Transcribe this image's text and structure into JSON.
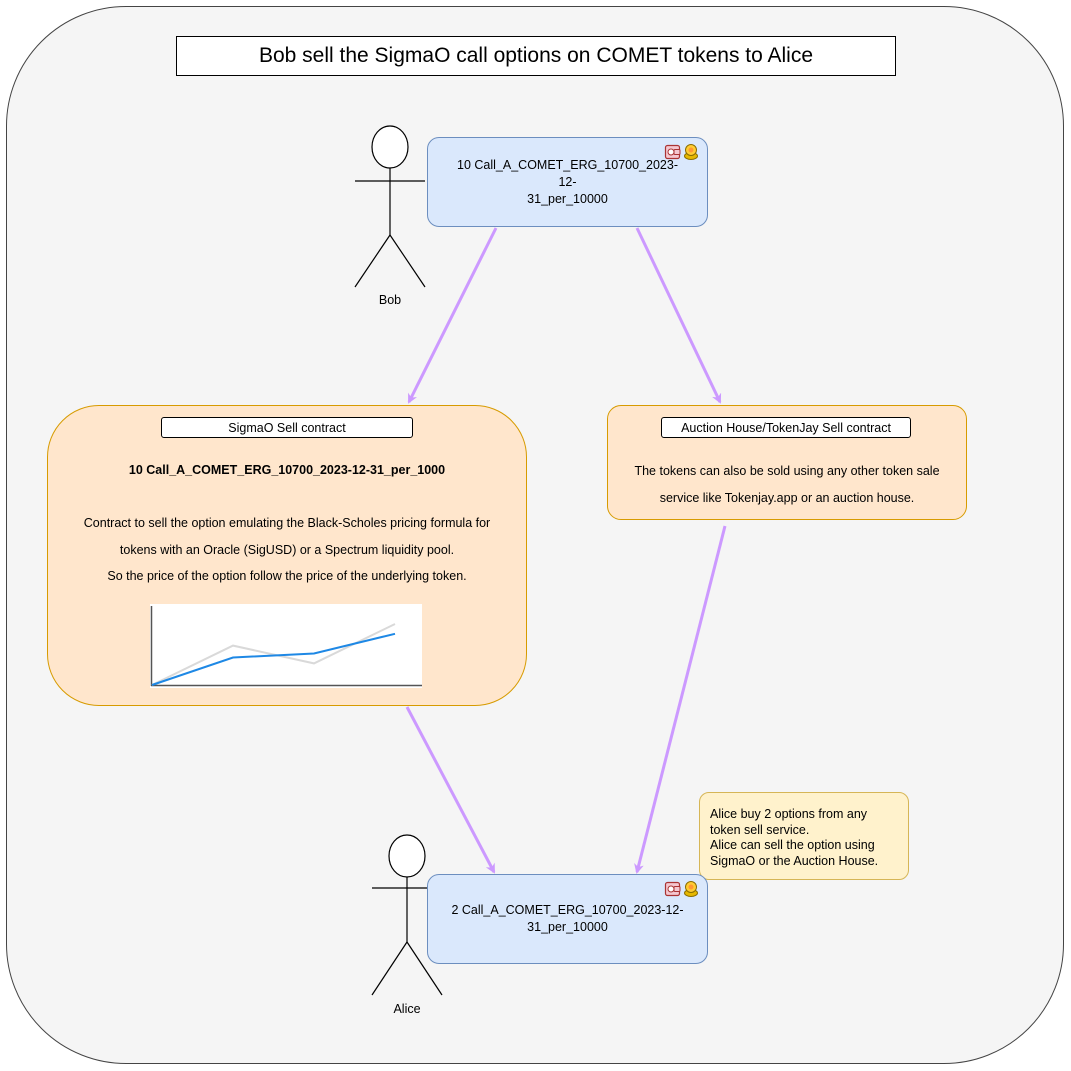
{
  "title": "Bob sell the SigmaO call options on COMET tokens to Alice",
  "bob": {
    "label": "Bob",
    "token_line1": "10 Call_A_COMET_ERG_10700_2023-12-",
    "token_line2": "31_per_10000"
  },
  "alice": {
    "label": "Alice",
    "token_line1": "2 Call_A_COMET_ERG_10700_2023-12-",
    "token_line2": "31_per_10000"
  },
  "sigmao_contract": {
    "title": "SigmaO Sell contract",
    "subtitle": "10 Call_A_COMET_ERG_10700_2023-12-31_per_1000",
    "desc_line1": "Contract to sell the option emulating the Black-Scholes pricing formula for",
    "desc_line2": "tokens with an Oracle (SigUSD) or a Spectrum liquidity pool.",
    "desc_line3": "So the price of the option follow the price of the underlying token."
  },
  "auction_contract": {
    "title": "Auction House/TokenJay Sell contract",
    "desc_line1": "The tokens can also be sold using any other token sale",
    "desc_line2": "service like Tokenjay.app or an auction house."
  },
  "note": {
    "line1": "Alice buy 2 options from any",
    "line2": "token sell service.",
    "line3": "Alice can sell the option using",
    "line4": "SigmaO or the Auction House."
  },
  "icons": [
    "wallet-icon",
    "token-coin-icon"
  ],
  "colors": {
    "token_fill": "#dae8fc",
    "token_stroke": "#6c8ebf",
    "contract_fill": "#ffe6cc",
    "contract_stroke": "#d79b00",
    "note_fill": "#fff2cc",
    "note_stroke": "#d6b656",
    "arrow": "#cc99ff",
    "frame_fill": "#f5f5f5"
  },
  "mini_chart": {
    "type": "line",
    "series": [
      {
        "values": [
          0,
          40,
          22,
          62
        ],
        "color": "#d9d9d9"
      },
      {
        "values": [
          0,
          28,
          32,
          52
        ],
        "color": "#1e88e5"
      }
    ]
  }
}
